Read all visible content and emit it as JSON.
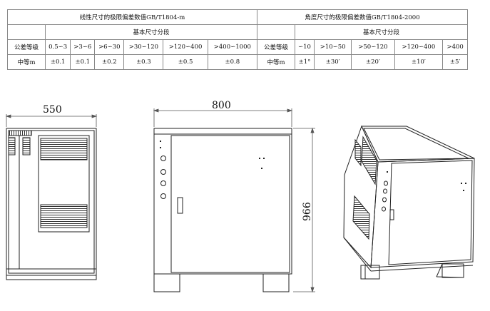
{
  "linear_table": {
    "title": "线性尺寸的极限偏差数值GB/T1804-m",
    "subheader": "基本尺寸分段",
    "grade_label": "公差等级",
    "class_label": "中等m",
    "ranges": [
      "0.5∽3",
      ">3∽6",
      ">6∽30",
      ">30∽120",
      ">120∽400",
      ">400∽1000"
    ],
    "values": [
      "±0.1",
      "±0.1",
      "±0.2",
      "±0.3",
      "±0.5",
      "±0.8"
    ]
  },
  "angular_table": {
    "title": "角度尺寸的极限偏差数值GB/T1804-2000",
    "subheader": "基本尺寸分段",
    "grade_label": "公差等级",
    "class_label": "中等m",
    "ranges": [
      "∽10",
      ">10∽50",
      ">50∽120",
      ">120∽400",
      ">400"
    ],
    "values": [
      "±1°",
      "±30′",
      "±20′",
      "±10′",
      "±5′"
    ]
  },
  "dimensions": {
    "side_width": "550",
    "front_width": "800",
    "height": "966"
  }
}
